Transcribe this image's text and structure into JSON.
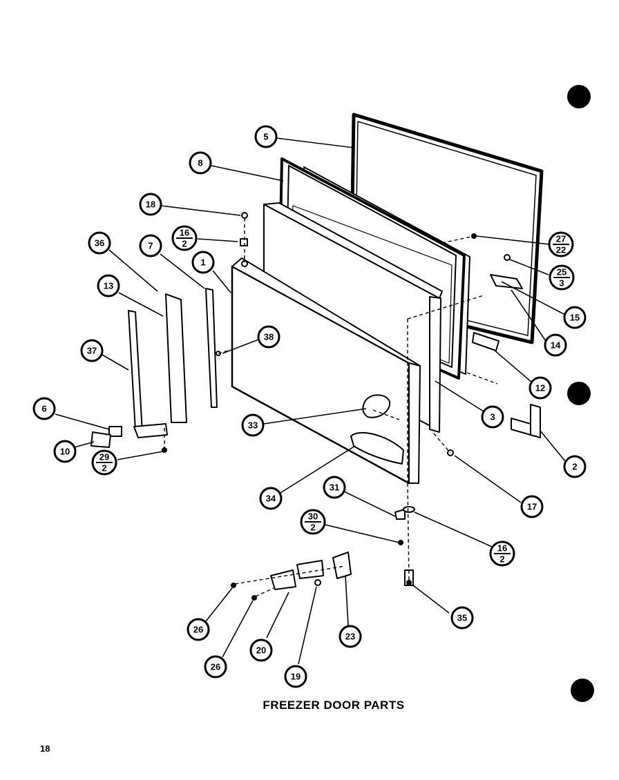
{
  "title": "FREEZER DOOR PARTS",
  "page_number": "18",
  "callouts": [
    {
      "id": "c5",
      "label": "5"
    },
    {
      "id": "c8",
      "label": "8"
    },
    {
      "id": "c18",
      "label": "18"
    },
    {
      "id": "c16-2a",
      "label": "16",
      "sub": "2"
    },
    {
      "id": "c36",
      "label": "36"
    },
    {
      "id": "c7",
      "label": "7"
    },
    {
      "id": "c1",
      "label": "1"
    },
    {
      "id": "c13",
      "label": "13"
    },
    {
      "id": "c38",
      "label": "38"
    },
    {
      "id": "c37",
      "label": "37"
    },
    {
      "id": "c6",
      "label": "6"
    },
    {
      "id": "c10",
      "label": "10"
    },
    {
      "id": "c29-2",
      "label": "29",
      "sub": "2"
    },
    {
      "id": "c27-22",
      "label": "27",
      "sub": "22"
    },
    {
      "id": "c25-3",
      "label": "25",
      "sub": "3"
    },
    {
      "id": "c15",
      "label": "15"
    },
    {
      "id": "c14",
      "label": "14"
    },
    {
      "id": "c12",
      "label": "12"
    },
    {
      "id": "c3",
      "label": "3"
    },
    {
      "id": "c33",
      "label": "33"
    },
    {
      "id": "c2",
      "label": "2"
    },
    {
      "id": "c17",
      "label": "17"
    },
    {
      "id": "c34",
      "label": "34"
    },
    {
      "id": "c31",
      "label": "31"
    },
    {
      "id": "c30-2",
      "label": "30",
      "sub": "2"
    },
    {
      "id": "c16-2b",
      "label": "16",
      "sub": "2"
    },
    {
      "id": "c35",
      "label": "35"
    },
    {
      "id": "c26a",
      "label": "26"
    },
    {
      "id": "c26b",
      "label": "26"
    },
    {
      "id": "c20",
      "label": "20"
    },
    {
      "id": "c19",
      "label": "19"
    },
    {
      "id": "c23",
      "label": "23"
    }
  ]
}
